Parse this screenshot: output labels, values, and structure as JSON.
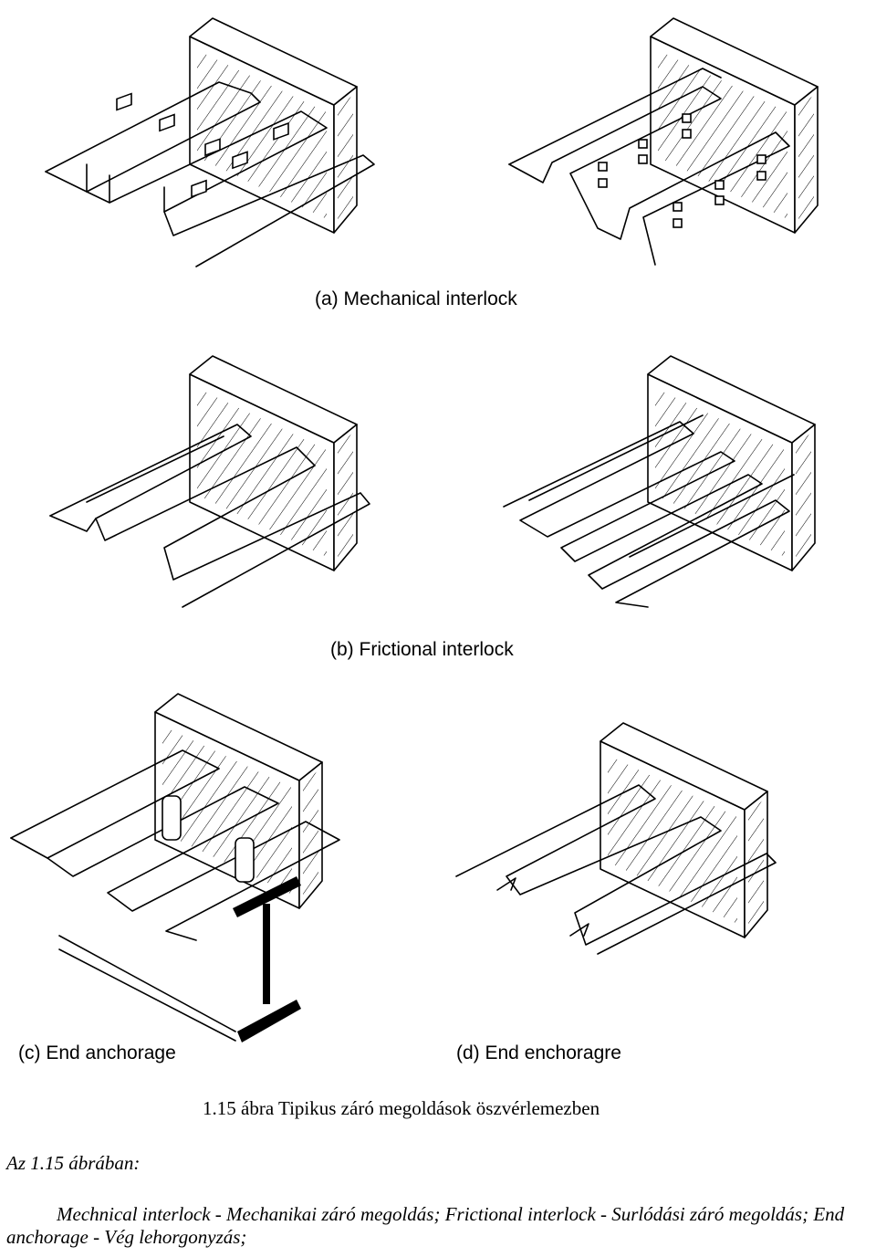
{
  "figure": {
    "panels": [
      {
        "label": "(a)  Mechanical interlock"
      },
      {
        "label": "(b)  Frictional interlock"
      },
      {
        "label": "(c)  End anchorage"
      },
      {
        "label": "(d)  End enchoragre"
      }
    ],
    "caption": "1.15 ábra Tipikus záró megoldások öszvérlemezben"
  },
  "text": {
    "intro": "Az 1.15 ábrában:",
    "description": "Mechnical interlock - Mechanikai záró megoldás; Frictional interlock - Surlódási záró megoldás; End anchorage - Vég lehorgonyzás;"
  }
}
